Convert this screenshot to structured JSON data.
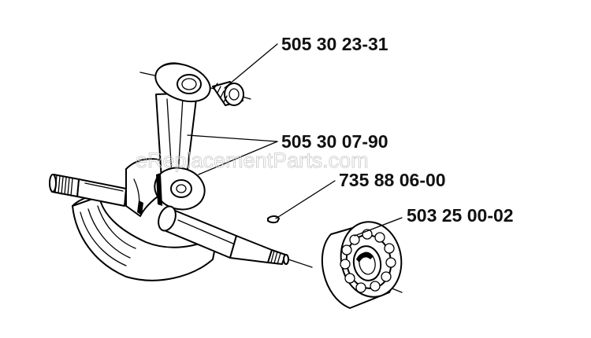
{
  "watermark": "eReplacementParts.com",
  "parts": [
    {
      "id": "wrist-pin-bearing",
      "number": "505 30 23-31"
    },
    {
      "id": "crankshaft-assembly",
      "number": "505 30 07-90"
    },
    {
      "id": "key",
      "number": "735 88 06-00"
    },
    {
      "id": "ball-bearing",
      "number": "503 25 00-02"
    }
  ]
}
